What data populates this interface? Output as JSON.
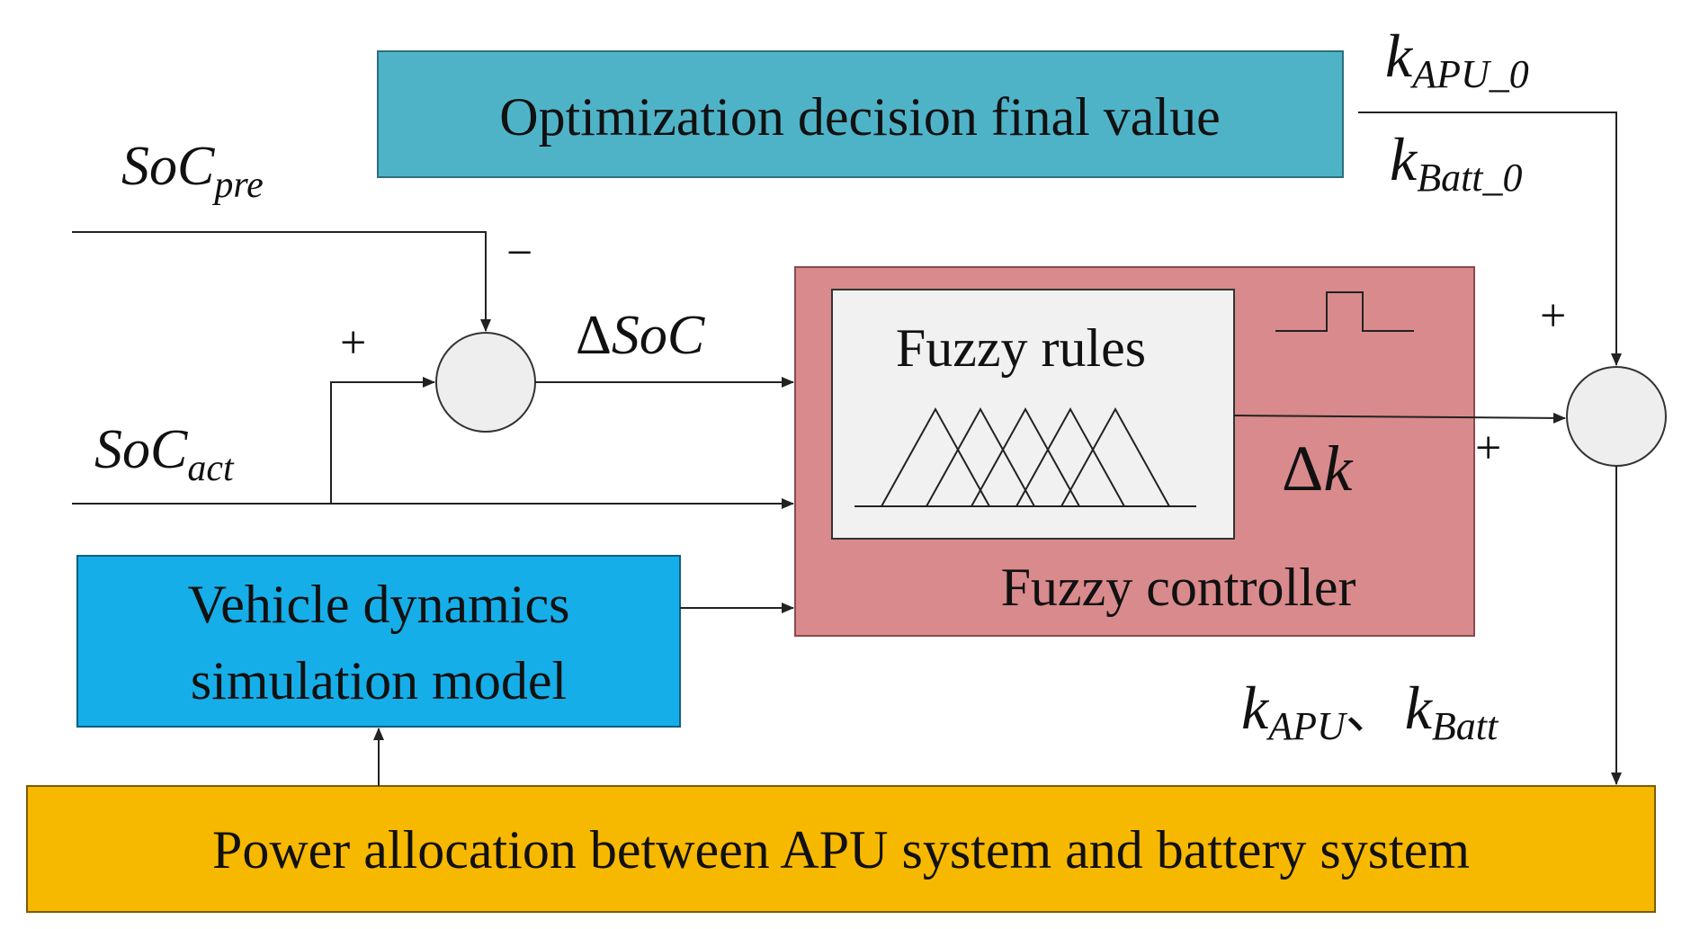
{
  "blocks": {
    "optimization": "Optimization decision final value",
    "fuzzy_rules": "Fuzzy rules",
    "fuzzy_controller": "Fuzzy controller",
    "vehicle_line1": "Vehicle dynamics",
    "vehicle_line2": "simulation model",
    "power_allocation": "Power allocation between APU system and battery system"
  },
  "signals": {
    "soc_pre": {
      "base": "SoC",
      "sub": "pre"
    },
    "soc_act": {
      "base": "SoC",
      "sub": "act"
    },
    "delta_soc": {
      "delta": "Δ",
      "base": "SoC"
    },
    "delta_k": {
      "delta": "Δ",
      "base": "k"
    },
    "k_apu_0": {
      "base": "k",
      "sub": "APU_0"
    },
    "k_batt_0": {
      "base": "k",
      "sub": "Batt_0"
    },
    "k_apu": {
      "base": "k",
      "sub": "APU"
    },
    "separator": "、",
    "k_batt": {
      "base": "k",
      "sub": "Batt"
    }
  },
  "signs": {
    "minus": "−",
    "plus_sum1": "+",
    "plus_sum2_top": "+",
    "plus_sum2_left": "+"
  },
  "colors": {
    "optimization_fill": "#4fb3c8",
    "fuzzy_controller_fill": "#d98a8c",
    "fuzzy_rules_fill": "#f1f1f1",
    "vehicle_fill": "#16aee8",
    "power_fill": "#f7b800",
    "sum_fill": "#eeeeee",
    "line": "#222222"
  }
}
